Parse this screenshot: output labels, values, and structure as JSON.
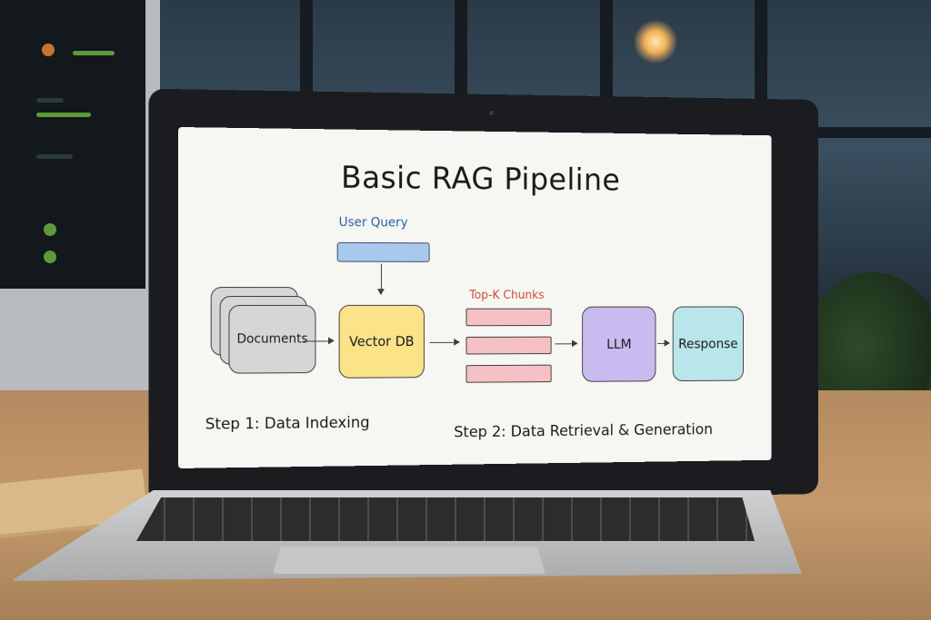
{
  "slide": {
    "title": "Basic RAG Pipeline",
    "user_query_label": "User Query",
    "top_k_label": "Top-K Chunks",
    "nodes": {
      "documents": "Documents",
      "vector_db": "Vector DB",
      "llm": "LLM",
      "response": "Response"
    },
    "step1_label": "Step 1: Data Indexing",
    "step2_label": "Step 2: Data Retrieval & Generation"
  },
  "colors": {
    "query_box": "#a9c8ee",
    "vector_db": "#fbe38a",
    "chunks": "#f6c1c4",
    "llm": "#c9baf0",
    "response": "#b9e6ea",
    "documents": "#d6d6d6",
    "user_query_text": "#2a5fb5",
    "top_k_text": "#d24a3a"
  }
}
